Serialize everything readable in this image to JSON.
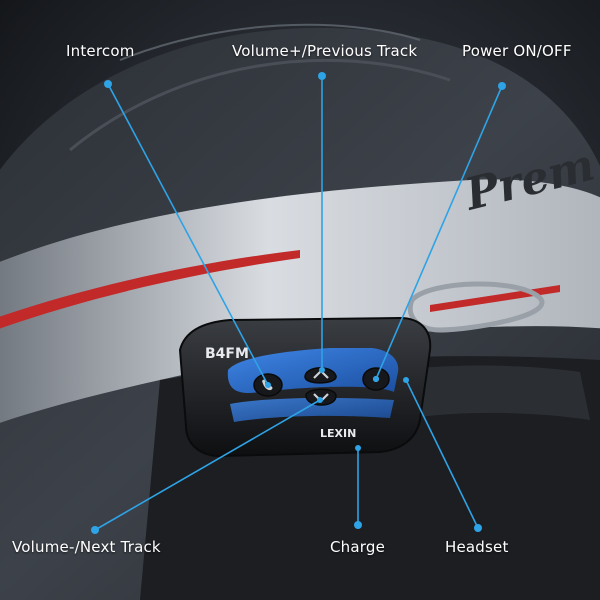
{
  "colors": {
    "leader": "#2ea3e6",
    "dot": "#2ea3e6",
    "accent_blue": "#2b6fd1",
    "helmet_red": "#c22a2a",
    "label_text": "#ffffff"
  },
  "device": {
    "model_text": "B4FM",
    "brand_text": "LEXIN",
    "helmet_text": "Prem"
  },
  "callouts": {
    "intercom": "Intercom",
    "volume_up": "Volume+/Previous Track",
    "power": "Power ON/OFF",
    "volume_down": "Volume-/Next Track",
    "charge": "Charge",
    "headset": "Headset"
  },
  "icons": {
    "intercom_button": "phone-icon",
    "volume_up_button": "chevron-up-icon",
    "volume_down_button": "chevron-down-icon",
    "power_button": "power-dot-icon"
  }
}
